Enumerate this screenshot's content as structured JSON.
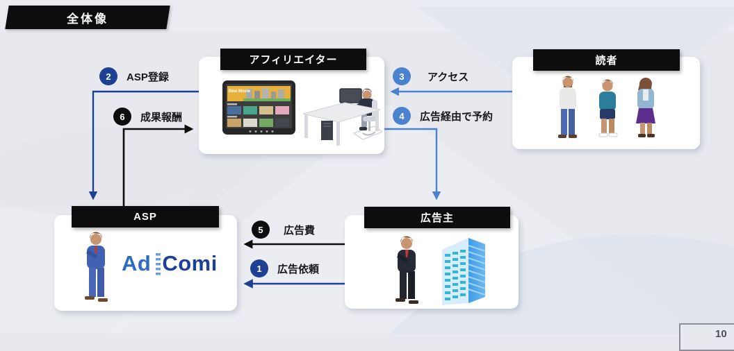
{
  "title": {
    "banner": "全体像"
  },
  "colors": {
    "background": "#e7e9ee",
    "node_label_bg": "#0d0d0d",
    "node_label_text": "#ffffff",
    "flow_navy": "#1d4093",
    "flow_blue": "#4a82d0",
    "flow_black": "#0d0d0d",
    "logo_blue": "#2e6cc2",
    "logo_navy": "#1d3f96"
  },
  "nodes": {
    "affiliater": {
      "label": "アフィリエイター"
    },
    "readers": {
      "label": "読者"
    },
    "asp": {
      "label": "ASP",
      "logo_text_1": "Ad",
      "logo_text_2": "Comi"
    },
    "advertiser": {
      "label": "広告主"
    }
  },
  "flows": [
    {
      "number": "1",
      "label": "広告依頼",
      "from": "advertiser",
      "to": "asp",
      "color": "#1d4093"
    },
    {
      "number": "2",
      "label": "ASP登録",
      "from": "affiliater",
      "to": "asp",
      "color": "#1d4093"
    },
    {
      "number": "3",
      "label": "アクセス",
      "from": "readers",
      "to": "affiliater",
      "color": "#4a82d0"
    },
    {
      "number": "4",
      "label": "広告経由で予約",
      "from": "affiliater",
      "to": "advertiser",
      "color": "#4a82d0"
    },
    {
      "number": "5",
      "label": "広告費",
      "from": "advertiser",
      "to": "asp",
      "color": "#0d0d0d"
    },
    {
      "number": "6",
      "label": "成果報酬",
      "from": "asp",
      "to": "affiliater",
      "color": "#0d0d0d"
    }
  ],
  "tablet": {
    "hero_text": "New Movie"
  },
  "page_number": "10"
}
